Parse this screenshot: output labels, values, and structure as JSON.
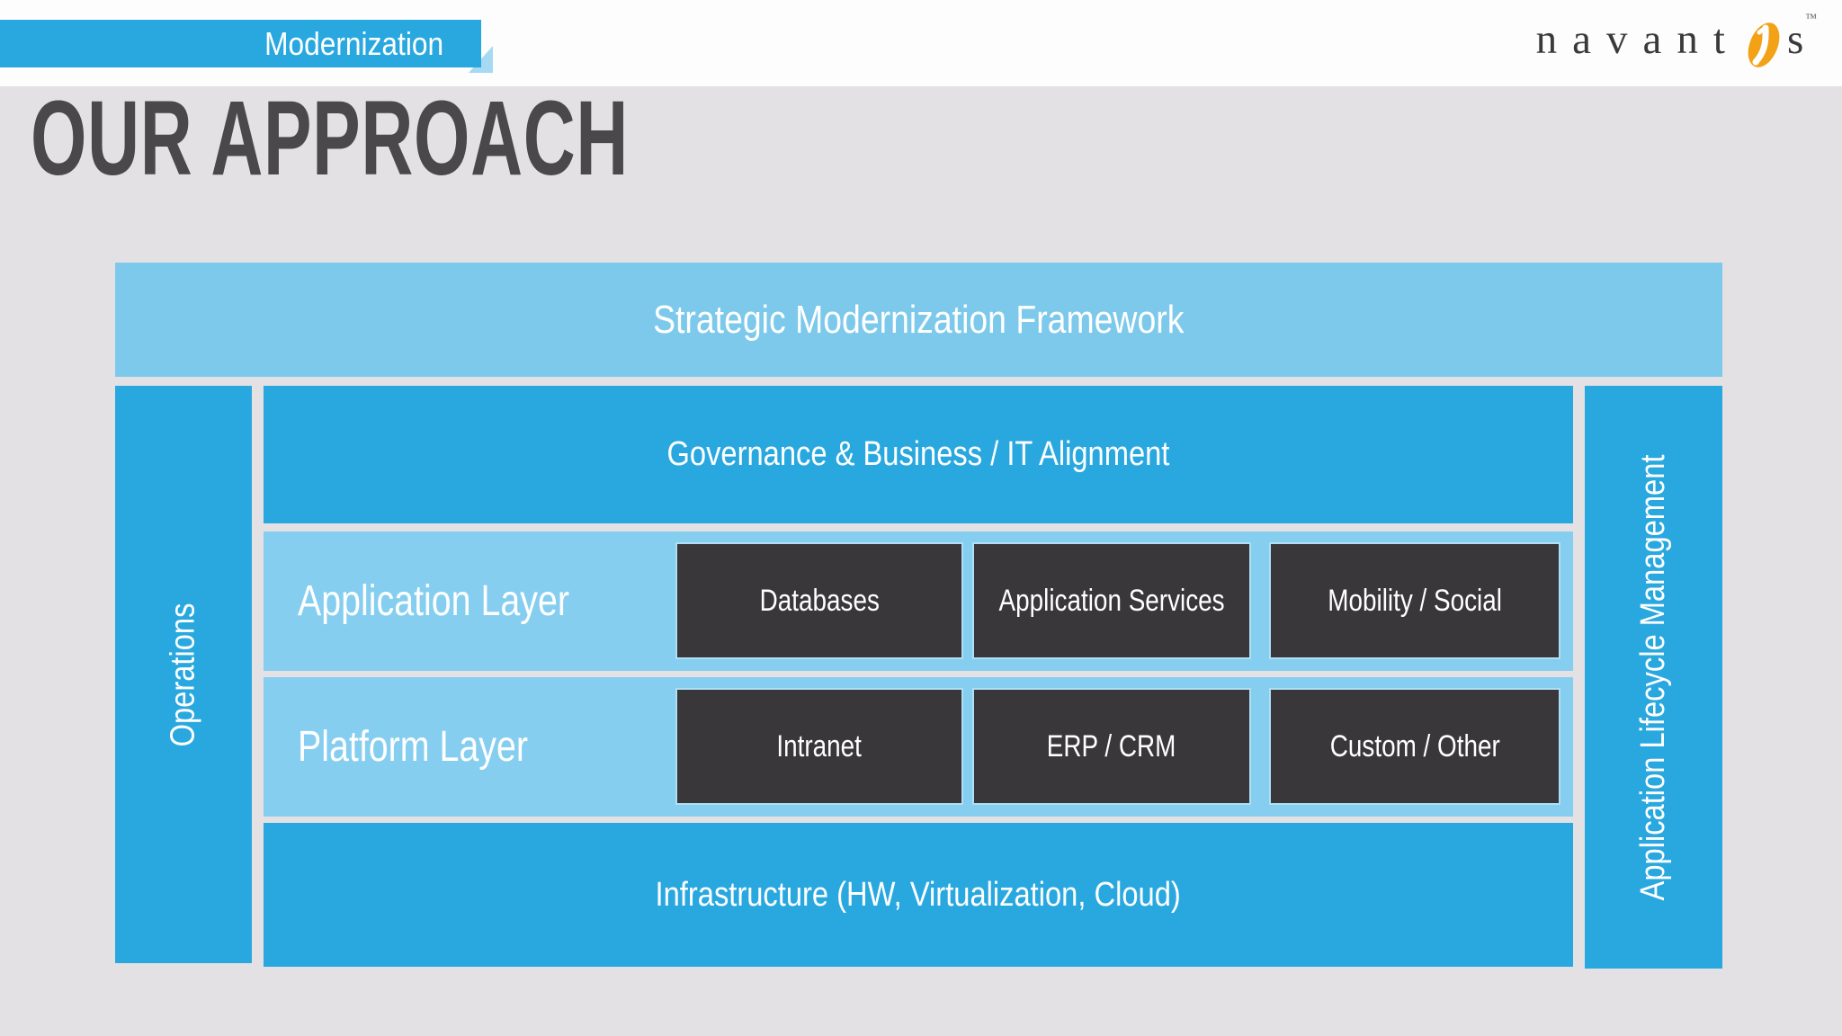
{
  "ribbon": {
    "label": "Modernization"
  },
  "logo": {
    "text_left": "navant",
    "text_right": "s",
    "trademark": "™"
  },
  "title": "OUR APPROACH",
  "framework": {
    "header": "Strategic Modernization Framework",
    "left_column": "Operations",
    "right_column": "Application Lifecycle Management",
    "governance": "Governance & Business / IT Alignment",
    "rows": [
      {
        "label": "Application Layer",
        "boxes": [
          "Databases",
          "Application Services",
          "Mobility / Social"
        ]
      },
      {
        "label": "Platform Layer",
        "boxes": [
          "Intranet",
          "ERP / CRM",
          "Custom / Other"
        ]
      }
    ],
    "infrastructure": "Infrastructure (HW, Virtualization, Cloud)"
  },
  "colors": {
    "bright_blue": "#29a8e0",
    "header_light_blue": "#7dc9eb",
    "row_light_blue": "#85ceef",
    "dark_box": "#3a373a",
    "ribbon_fold": "#a6d9f2",
    "logo_orange": "#f3a218",
    "title_gray": "#4a484b",
    "background_gray": "#e3e1e3",
    "topbar_white": "#fdfdfd",
    "text_white": "#ffffff"
  }
}
